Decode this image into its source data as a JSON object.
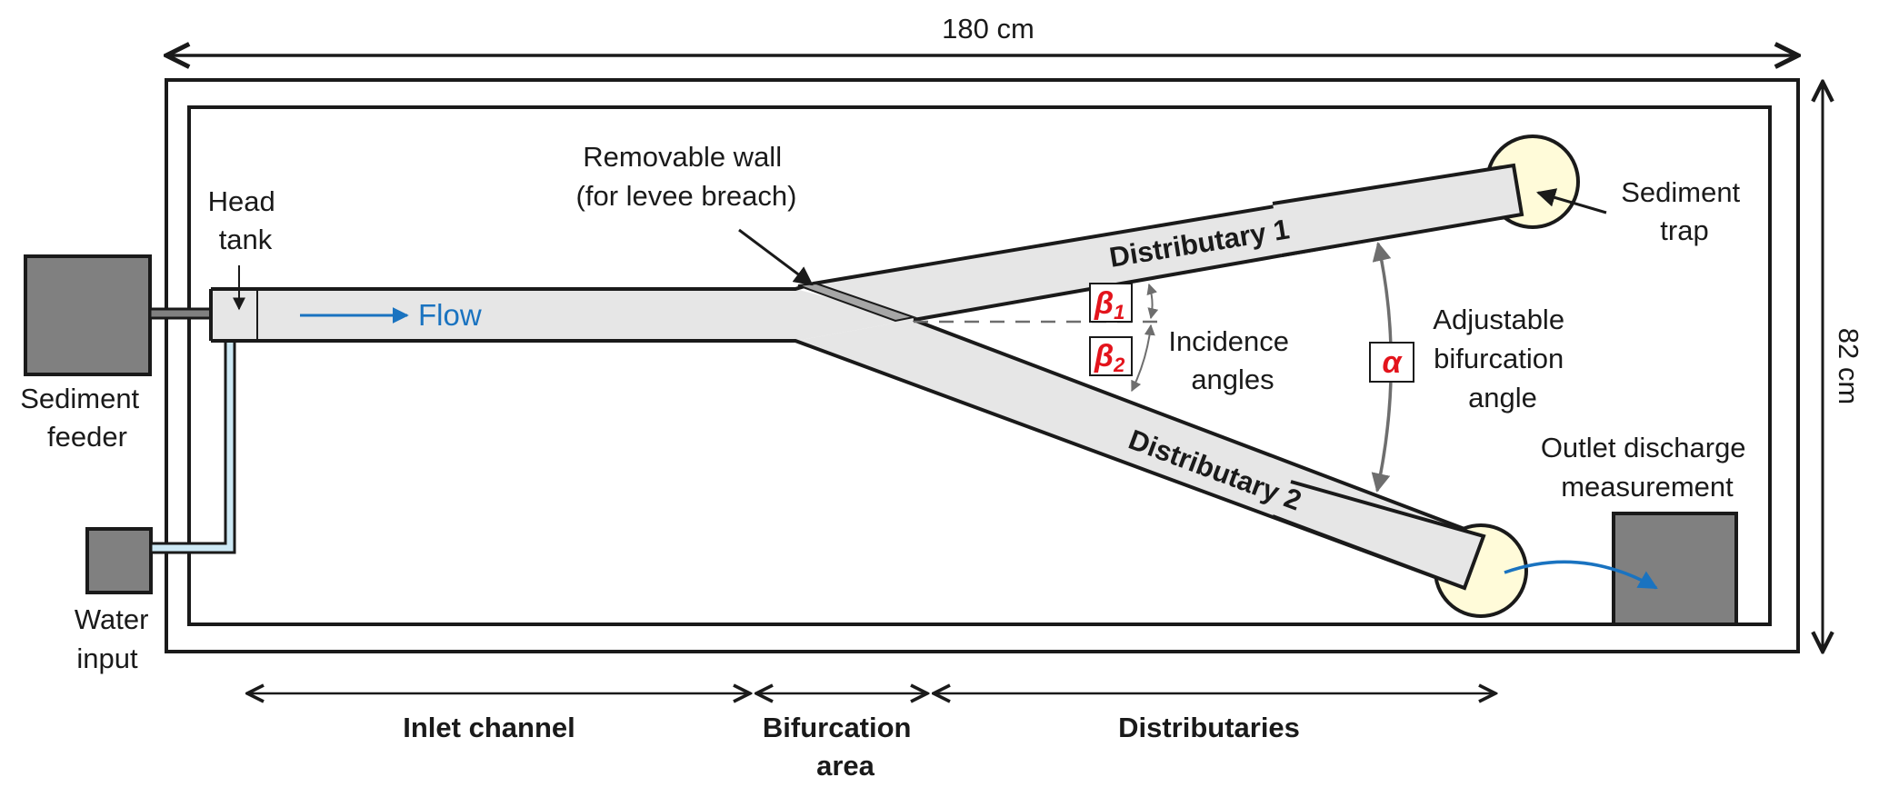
{
  "figure": {
    "title": "Experimental flume setup with bifurcating channels",
    "dimensions": {
      "width_label": "180 cm",
      "height_label": "82 cm"
    },
    "components": {
      "sediment_feeder": [
        "Sediment",
        "feeder"
      ],
      "water_input": [
        "Water",
        "input"
      ],
      "head_tank": [
        "Head",
        "tank"
      ],
      "flow": "Flow",
      "removable_wall": [
        "Removable wall",
        "(for levee breach)"
      ],
      "distributary_1": "Distributary 1",
      "distributary_2": "Distributary 2",
      "sediment_trap": [
        "Sediment",
        "trap"
      ],
      "incidence_angles": [
        "Incidence",
        "angles"
      ],
      "bifurcation_angle": [
        "Adjustable",
        "bifurcation",
        "angle"
      ],
      "outlet": [
        "Outlet discharge",
        "measurement"
      ]
    },
    "symbols": {
      "beta": "β",
      "beta1_sub": "1",
      "beta2_sub": "2",
      "alpha": "α"
    },
    "sections": {
      "inlet": "Inlet channel",
      "bifurcation": [
        "Bifurcation",
        "area"
      ],
      "distributaries": "Distributaries"
    },
    "colors": {
      "channel_fill": "#e6e6e6",
      "device_fill": "#808080",
      "water_pipe": "#cde9f5",
      "trap_fill": "#fffbd9",
      "flow_arrow": "#1a73c0",
      "symbol_red": "#e3141c",
      "angle_arrow": "#6e6e6e"
    }
  }
}
